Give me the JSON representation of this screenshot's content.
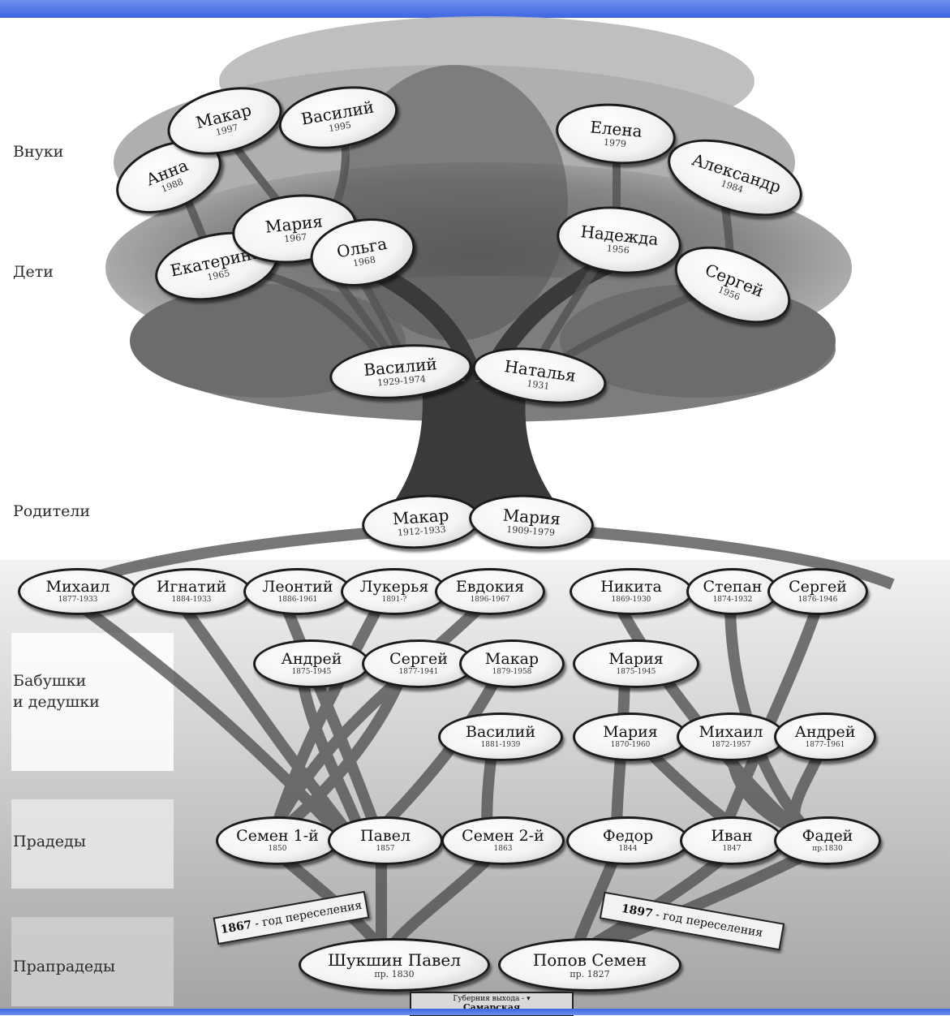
{
  "generations": [
    {
      "key": "grandchildren",
      "label": "Внуки"
    },
    {
      "key": "children",
      "label": "Дети"
    },
    {
      "key": "parents",
      "label": "Родители"
    },
    {
      "key": "grandparents",
      "label": "Бабушки\nи дедушки"
    },
    {
      "key": "great_grandparents",
      "label": "Прадеды"
    },
    {
      "key": "great_great_grandparents",
      "label": "Прапрадеды"
    }
  ],
  "people": {
    "anna": {
      "name": "Анна",
      "years": "1988"
    },
    "makar_1997": {
      "name": "Макар",
      "years": "1997"
    },
    "vasiliy_1995": {
      "name": "Василий",
      "years": "1995"
    },
    "elena": {
      "name": "Елена",
      "years": "1979"
    },
    "aleksandr": {
      "name": "Александр",
      "years": "1984"
    },
    "ekaterina": {
      "name": "Екатерина",
      "years": "1965"
    },
    "maria_1967": {
      "name": "Мария",
      "years": "1967"
    },
    "olga": {
      "name": "Ольга",
      "years": "1968"
    },
    "nadezhda": {
      "name": "Надежда",
      "years": "1956"
    },
    "sergey_1956": {
      "name": "Сергей",
      "years": "1956"
    },
    "vasiliy_1929": {
      "name": "Василий",
      "years": "1929-1974"
    },
    "natalia": {
      "name": "Наталья",
      "years": "1931"
    },
    "makar_1912": {
      "name": "Макар",
      "years": "1912-1933"
    },
    "maria_1909": {
      "name": "Мария",
      "years": "1909-1979"
    },
    "mikhail_1877": {
      "name": "Михаил",
      "years": "1877-1933"
    },
    "ignatiy": {
      "name": "Игнатий",
      "years": "1884-1933"
    },
    "leontiy": {
      "name": "Леонтий",
      "years": "1886-1961"
    },
    "lukerya": {
      "name": "Лукерья",
      "years": "1891-?"
    },
    "evdokia": {
      "name": "Евдокия",
      "years": "1896-1967"
    },
    "nikita": {
      "name": "Никита",
      "years": "1869-1930"
    },
    "stepan": {
      "name": "Степан",
      "years": "1874-1932"
    },
    "sergey_1876": {
      "name": "Сергей",
      "years": "1876-1946"
    },
    "andrey_1875": {
      "name": "Андрей",
      "years": "1875-1945"
    },
    "sergey_1877": {
      "name": "Сергей",
      "years": "1877-1941"
    },
    "makar_1879": {
      "name": "Макар",
      "years": "1879-1958"
    },
    "maria_1875": {
      "name": "Мария",
      "years": "1875-1945"
    },
    "vasiliy_1881": {
      "name": "Василий",
      "years": "1881-1939"
    },
    "maria_1870": {
      "name": "Мария",
      "years": "1870-1960"
    },
    "mikhail_1872": {
      "name": "Михаил",
      "years": "1872-1957"
    },
    "andrey_1877": {
      "name": "Андрей",
      "years": "1877-1961"
    },
    "semen_1": {
      "name": "Семен 1-й",
      "years": "1850"
    },
    "pavel": {
      "name": "Павел",
      "years": "1857"
    },
    "semen_2": {
      "name": "Семен 2-й",
      "years": "1863"
    },
    "fedor": {
      "name": "Федор",
      "years": "1844"
    },
    "ivan": {
      "name": "Иван",
      "years": "1847"
    },
    "fadey": {
      "name": "Фадей",
      "years": "пр.1830"
    },
    "shukshin": {
      "name": "Шукшин Павел",
      "years": "пр. 1830"
    },
    "popov": {
      "name": "Попов Семен",
      "years": "пр. 1827"
    }
  },
  "ribbons": {
    "left": {
      "year": "1867",
      "text": "- год переселения"
    },
    "right": {
      "year": "1897",
      "text": "- год переселения"
    }
  },
  "gubernia": {
    "line1": "Губерния выхода - ▾",
    "line2": "Самарская"
  },
  "colors": {
    "header_bar": "#4f73e6",
    "trunk": "#3a3a3a",
    "foliage": "#8a8a8a"
  }
}
